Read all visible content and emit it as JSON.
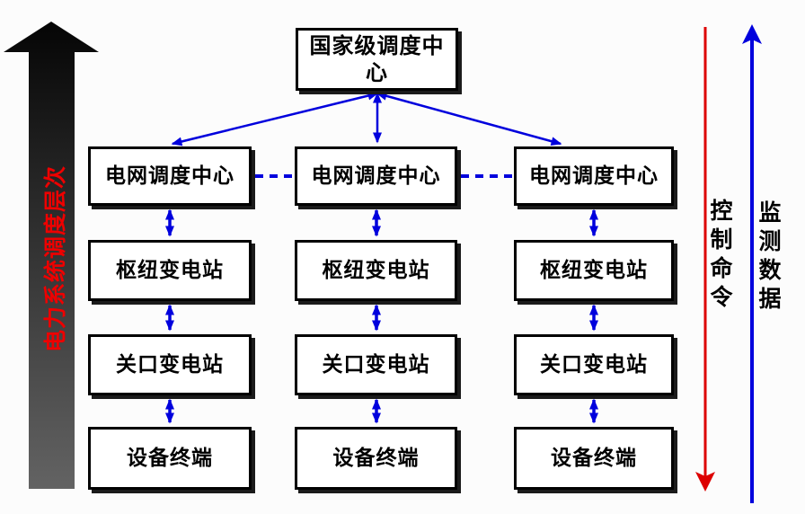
{
  "left_axis": {
    "label": "电力系统调度层次",
    "text_color": "#ee0000",
    "arrow_direction": "up"
  },
  "hierarchy": {
    "root": "国家级调度中心",
    "columns": [
      [
        "电网调度中心",
        "枢纽变电站",
        "关口变电站",
        "设备终端"
      ],
      [
        "电网调度中心",
        "枢纽变电站",
        "关口变电站",
        "设备终端"
      ],
      [
        "电网调度中心",
        "枢纽变电站",
        "关口变电站",
        "设备终端"
      ]
    ]
  },
  "legend": {
    "control": {
      "label": "控制命令",
      "color": "#dd0000",
      "direction": "down"
    },
    "monitor": {
      "label": "监测数据",
      "color": "#0000dd",
      "direction": "up"
    }
  },
  "colors": {
    "connector_blue": "#0000dd",
    "box_background": "#ffffff",
    "box_border": "#000000",
    "left_arrow_top": "#050505",
    "left_arrow_bottom": "#636363"
  }
}
